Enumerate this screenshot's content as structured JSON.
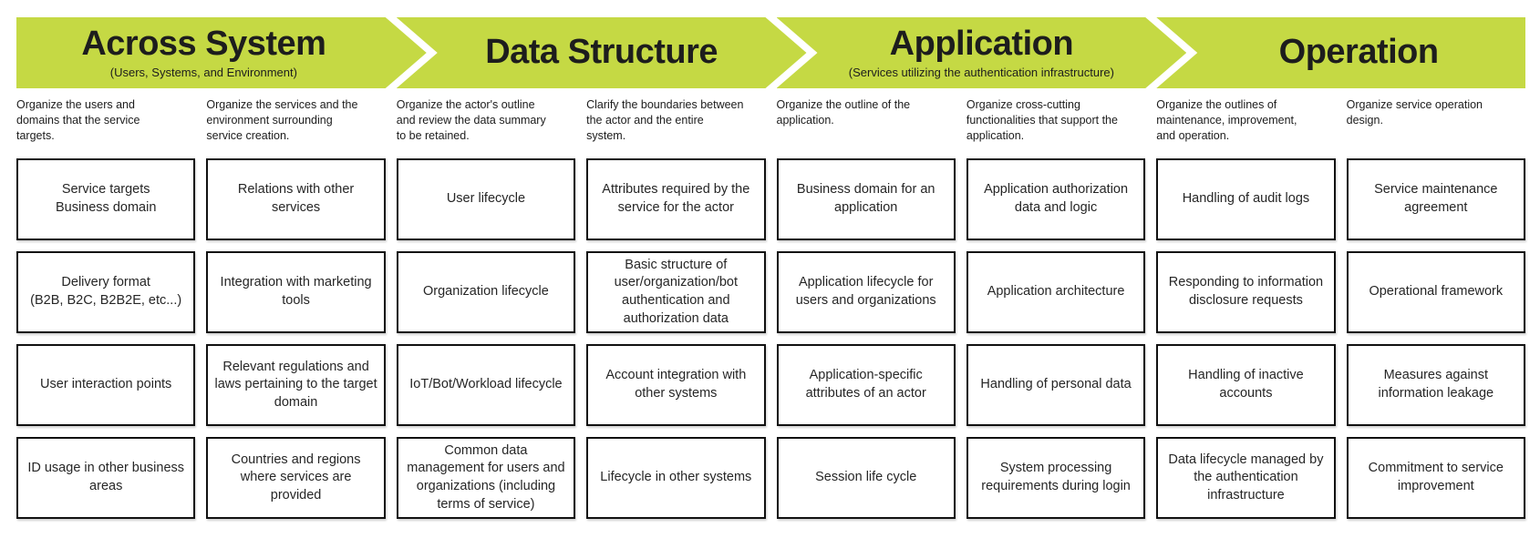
{
  "colors": {
    "band_green": "#c5d944",
    "box_border": "#111111",
    "text": "#1d1d1d",
    "background": "#ffffff"
  },
  "phases": [
    {
      "title": "Across System",
      "subtitle": "(Users, Systems, and Environment)"
    },
    {
      "title": "Data Structure",
      "subtitle": ""
    },
    {
      "title": "Application",
      "subtitle": "(Services utilizing the authentication infrastructure)"
    },
    {
      "title": "Operation",
      "subtitle": ""
    }
  ],
  "columns": [
    {
      "description": "Organize the users and domains that the service targets.",
      "boxes": [
        "Service targets\nBusiness domain",
        "Delivery format\n(B2B, B2C, B2B2E, etc...)",
        "User interaction points",
        "ID usage in other business areas"
      ]
    },
    {
      "description": "Organize the services and the environment surrounding service creation.",
      "boxes": [
        "Relations with other services",
        "Integration with marketing tools",
        "Relevant regulations and laws pertaining to the target domain",
        "Countries and regions where services are provided"
      ]
    },
    {
      "description": "Organize the actor's outline and review the data summary to be retained.",
      "boxes": [
        "User lifecycle",
        "Organization lifecycle",
        "IoT/Bot/Workload lifecycle",
        "Common data management for users and organizations (including terms of service)"
      ]
    },
    {
      "description": "Clarify the boundaries between the actor and the entire system.",
      "boxes": [
        "Attributes required by the service for the actor",
        "Basic structure of user/organization/bot authentication and authorization data",
        "Account integration with other systems",
        "Lifecycle in other systems"
      ]
    },
    {
      "description": "Organize the outline of the application.",
      "boxes": [
        "Business domain for an application",
        "Application lifecycle for users and organizations",
        "Application-specific attributes of an actor",
        "Session life cycle"
      ]
    },
    {
      "description": "Organize cross-cutting functionalities that support the application.",
      "boxes": [
        "Application authorization data and logic",
        "Application architecture",
        "Handling of personal data",
        "System processing requirements during login"
      ]
    },
    {
      "description": "Organize the outlines of maintenance, improvement, and operation.",
      "boxes": [
        "Handling of audit logs",
        "Responding to information disclosure requests",
        "Handling of inactive accounts",
        "Data lifecycle managed by the authentication infrastructure"
      ]
    },
    {
      "description": "Organize service operation design.",
      "boxes": [
        "Service maintenance agreement",
        "Operational framework",
        "Measures against information leakage",
        "Commitment to service improvement"
      ]
    }
  ]
}
